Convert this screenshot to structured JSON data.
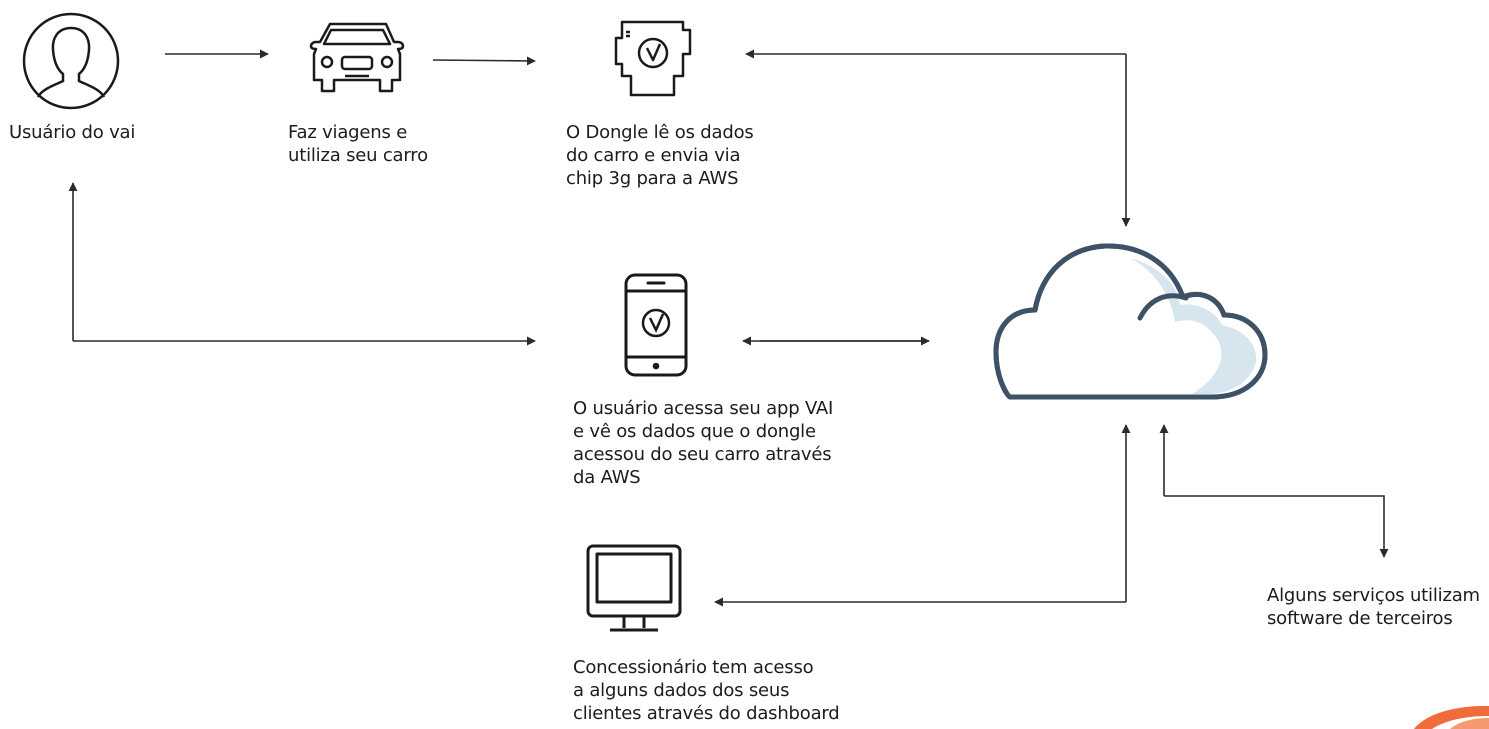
{
  "labels": {
    "user": [
      "Usuário do vai"
    ],
    "car": [
      "Faz viagens e",
      "utiliza seu carro"
    ],
    "dongle": [
      "O Dongle lê os dados",
      "do carro e envia via",
      "chip 3g para a AWS"
    ],
    "app": [
      "O usuário acessa seu app VAI",
      "e vê os dados que o dongle",
      "acessou do seu carro através",
      "da AWS"
    ],
    "dealer": [
      "Concessionário tem acesso",
      "a alguns dados dos seus",
      "clientes através do dashboard"
    ],
    "third_party": [
      "Alguns serviços utilizam",
      "software de terceiros"
    ]
  },
  "icons": {
    "user": "user-avatar-icon",
    "car": "car-icon",
    "dongle": "dongle-icon",
    "phone": "smartphone-icon",
    "monitor": "monitor-icon",
    "cloud": "aws-cloud-icon",
    "logo": "brand-logo-icon"
  },
  "colors": {
    "stroke": "#1a1a1a",
    "arrow": "#2b2b2b",
    "cloud_outline": "#3d5266",
    "cloud_fill": "#d6e5ee",
    "logo": "#f26b3a"
  }
}
